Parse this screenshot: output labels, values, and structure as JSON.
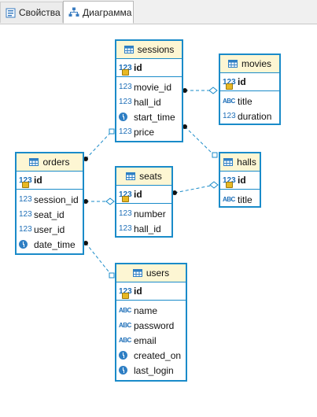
{
  "tabs": [
    {
      "label": "Свойства",
      "icon": "properties-icon",
      "active": false
    },
    {
      "label": "Диаграмма",
      "icon": "diagram-icon",
      "active": true
    }
  ],
  "type_labels": {
    "num": "123",
    "text": "ABC"
  },
  "colors": {
    "entity_border": "#1a8bc9",
    "header_bg": "#fdf6d3",
    "link": "#1a8bc9"
  },
  "entities": {
    "sessions": {
      "name": "sessions",
      "pk": "id",
      "columns": [
        {
          "name": "movie_id",
          "type": "num"
        },
        {
          "name": "hall_id",
          "type": "num"
        },
        {
          "name": "start_time",
          "type": "datetime"
        },
        {
          "name": "price",
          "type": "num"
        }
      ]
    },
    "movies": {
      "name": "movies",
      "pk": "id",
      "columns": [
        {
          "name": "title",
          "type": "text"
        },
        {
          "name": "duration",
          "type": "num"
        }
      ]
    },
    "halls": {
      "name": "halls",
      "pk": "id",
      "columns": [
        {
          "name": "title",
          "type": "text"
        }
      ]
    },
    "orders": {
      "name": "orders",
      "pk": "id",
      "columns": [
        {
          "name": "session_id",
          "type": "num"
        },
        {
          "name": "seat_id",
          "type": "num"
        },
        {
          "name": "user_id",
          "type": "num"
        },
        {
          "name": "date_time",
          "type": "datetime"
        }
      ]
    },
    "seats": {
      "name": "seats",
      "pk": "id",
      "columns": [
        {
          "name": "number",
          "type": "num"
        },
        {
          "name": "hall_id",
          "type": "num"
        }
      ]
    },
    "users": {
      "name": "users",
      "pk": "id",
      "columns": [
        {
          "name": "name",
          "type": "text"
        },
        {
          "name": "password",
          "type": "text"
        },
        {
          "name": "email",
          "type": "text"
        },
        {
          "name": "created_on",
          "type": "datetime"
        },
        {
          "name": "last_login",
          "type": "datetime"
        }
      ]
    }
  },
  "relationships": [
    {
      "from": "sessions.movie_id",
      "to": "movies.id"
    },
    {
      "from": "sessions.hall_id",
      "to": "halls.id"
    },
    {
      "from": "orders.session_id",
      "to": "sessions.id"
    },
    {
      "from": "orders.seat_id",
      "to": "seats.id"
    },
    {
      "from": "orders.user_id",
      "to": "users.id"
    },
    {
      "from": "seats.hall_id",
      "to": "halls.id"
    }
  ]
}
